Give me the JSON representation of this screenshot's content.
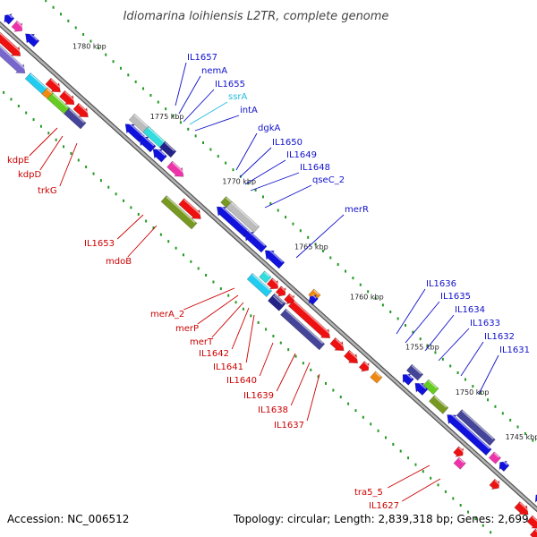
{
  "title": "Idiomarina loihiensis L2TR, complete genome",
  "footer": {
    "accession": "Accession: NC_006512",
    "summary": "Topology: circular; Length: 2,839,318 bp; Genes: 2,699"
  },
  "colors": {
    "red": "#ee1111",
    "blue": "#1111dd",
    "navy": "#222288",
    "slate": "#444499",
    "cyan": "#22ccee",
    "lightcyan": "#33dddd",
    "olive": "#779922",
    "lime": "#66cc22",
    "gray": "#bbbbbb",
    "darkgray": "#777777",
    "magenta": "#ee33aa",
    "orange": "#ee8811",
    "purple": "#7766cc",
    "label_red": "#cc0000",
    "label_blue": "#1111cc",
    "label_cyan": "#22bbdd",
    "backbone": "#8a8a8a",
    "dots": "#229922"
  },
  "scale_marks": [
    "1780 kbp",
    "1775 kbp",
    "1770 kbp",
    "1765 kbp",
    "1760 kbp",
    "1755 kbp",
    "1750 kbp",
    "1745 kbp"
  ],
  "labels_upper": [
    {
      "name": "IL1657",
      "color": "label_blue"
    },
    {
      "name": "nemA",
      "color": "label_blue"
    },
    {
      "name": "IL1655",
      "color": "label_blue"
    },
    {
      "name": "ssrA",
      "color": "label_cyan"
    },
    {
      "name": "intA",
      "color": "label_blue"
    },
    {
      "name": "dgkA",
      "color": "label_blue"
    },
    {
      "name": "IL1650",
      "color": "label_blue"
    },
    {
      "name": "IL1649",
      "color": "label_blue"
    },
    {
      "name": "IL1648",
      "color": "label_blue"
    },
    {
      "name": "qseC_2",
      "color": "label_blue"
    },
    {
      "name": "merR",
      "color": "label_blue"
    },
    {
      "name": "IL1636",
      "color": "label_blue"
    },
    {
      "name": "IL1635",
      "color": "label_blue"
    },
    {
      "name": "IL1634",
      "color": "label_blue"
    },
    {
      "name": "IL1633",
      "color": "label_blue"
    },
    {
      "name": "IL1632",
      "color": "label_blue"
    },
    {
      "name": "IL1631",
      "color": "label_blue"
    }
  ],
  "labels_lower": [
    {
      "name": "kdpE",
      "color": "label_red"
    },
    {
      "name": "kdpD",
      "color": "label_red"
    },
    {
      "name": "trkG",
      "color": "label_red"
    },
    {
      "name": "IL1653",
      "color": "label_red"
    },
    {
      "name": "mdoB",
      "color": "label_red"
    },
    {
      "name": "merA_2",
      "color": "label_red"
    },
    {
      "name": "merP",
      "color": "label_red"
    },
    {
      "name": "merT",
      "color": "label_red"
    },
    {
      "name": "IL1642",
      "color": "label_red"
    },
    {
      "name": "IL1641",
      "color": "label_red"
    },
    {
      "name": "IL1640",
      "color": "label_red"
    },
    {
      "name": "IL1639",
      "color": "label_red"
    },
    {
      "name": "IL1638",
      "color": "label_red"
    },
    {
      "name": "IL1637",
      "color": "label_red"
    },
    {
      "name": "tra5_5",
      "color": "label_red"
    },
    {
      "name": "IL1627",
      "color": "label_red"
    }
  ],
  "features": [
    {
      "t": 0.013,
      "lane": 1,
      "len": 0.012,
      "color": "blue",
      "dir": "b"
    },
    {
      "t": 0.03,
      "lane": 1,
      "len": 0.014,
      "color": "magenta",
      "dir": "f"
    },
    {
      "t": 0.05,
      "lane": 1,
      "len": 0.02,
      "color": "blue",
      "dir": "b"
    },
    {
      "t": 0.005,
      "lane": -1,
      "len": 0.06,
      "color": "red",
      "dir": "f"
    },
    {
      "t": 0.015,
      "lane": -2,
      "len": 0.07,
      "color": "purple",
      "dir": "f"
    },
    {
      "t": 0.115,
      "lane": -1,
      "len": 0.022,
      "color": "red",
      "dir": "f"
    },
    {
      "t": 0.14,
      "lane": -1,
      "len": 0.022,
      "color": "red",
      "dir": "f"
    },
    {
      "t": 0.165,
      "lane": -1,
      "len": 0.022,
      "color": "red",
      "dir": "f"
    },
    {
      "t": 0.09,
      "lane": -2,
      "len": 0.035,
      "color": "cyan",
      "dir": "n"
    },
    {
      "t": 0.12,
      "lane": -2,
      "len": 0.012,
      "color": "orange",
      "dir": "n"
    },
    {
      "t": 0.13,
      "lane": -2,
      "len": 0.03,
      "color": "lime",
      "dir": "n"
    },
    {
      "t": 0.16,
      "lane": -2,
      "len": 0.03,
      "color": "slate",
      "dir": "n"
    },
    {
      "t": 0.23,
      "lane": 2,
      "len": 0.035,
      "color": "gray",
      "dir": "n"
    },
    {
      "t": 0.255,
      "lane": 2,
      "len": 0.035,
      "color": "lightcyan",
      "dir": "n"
    },
    {
      "t": 0.285,
      "lane": 2,
      "len": 0.02,
      "color": "navy",
      "dir": "n"
    },
    {
      "t": 0.23,
      "lane": 1,
      "len": 0.03,
      "color": "blue",
      "dir": "b"
    },
    {
      "t": 0.255,
      "lane": 1,
      "len": 0.025,
      "color": "blue",
      "dir": "b"
    },
    {
      "t": 0.28,
      "lane": 1,
      "len": 0.02,
      "color": "blue",
      "dir": "b"
    },
    {
      "t": 0.31,
      "lane": 1,
      "len": 0.025,
      "color": "magenta",
      "dir": "f"
    },
    {
      "t": 0.395,
      "lane": 2,
      "len": 0.018,
      "color": "olive",
      "dir": "n"
    },
    {
      "t": 0.405,
      "lane": 2,
      "len": 0.05,
      "color": "gray",
      "dir": "n"
    },
    {
      "t": 0.395,
      "lane": 1,
      "len": 0.055,
      "color": "blue",
      "dir": "b"
    },
    {
      "t": 0.445,
      "lane": 1,
      "len": 0.035,
      "color": "blue",
      "dir": "b"
    },
    {
      "t": 0.482,
      "lane": 1,
      "len": 0.03,
      "color": "blue",
      "dir": "b"
    },
    {
      "t": 0.355,
      "lane": -1,
      "len": 0.035,
      "color": "red",
      "dir": "f"
    },
    {
      "t": 0.335,
      "lane": -2,
      "len": 0.055,
      "color": "olive",
      "dir": "n"
    },
    {
      "t": 0.565,
      "lane": 1,
      "len": 0.012,
      "color": "orange",
      "dir": "n"
    },
    {
      "t": 0.568,
      "lane": 0.55,
      "len": 0.01,
      "color": "blue",
      "dir": "b"
    },
    {
      "t": 0.5,
      "lane": -1,
      "len": 0.012,
      "color": "lightcyan",
      "dir": "n"
    },
    {
      "t": 0.514,
      "lane": -1,
      "len": 0.015,
      "color": "red",
      "dir": "f"
    },
    {
      "t": 0.545,
      "lane": -1,
      "len": 0.012,
      "color": "red",
      "dir": "f"
    },
    {
      "t": 0.53,
      "lane": -1,
      "len": 0.012,
      "color": "red",
      "dir": "f"
    },
    {
      "t": 0.49,
      "lane": -2,
      "len": 0.035,
      "color": "cyan",
      "dir": "n"
    },
    {
      "t": 0.53,
      "lane": -2,
      "len": 0.02,
      "color": "slate",
      "dir": "n"
    },
    {
      "t": 0.555,
      "lane": -1.2,
      "len": 0.07,
      "color": "red",
      "dir": "f"
    },
    {
      "t": 0.53,
      "lane": -2.2,
      "len": 0.02,
      "color": "navy",
      "dir": "n"
    },
    {
      "t": 0.555,
      "lane": -2.4,
      "len": 0.07,
      "color": "slate",
      "dir": "n"
    },
    {
      "t": 0.63,
      "lane": -1.2,
      "len": 0.02,
      "color": "red",
      "dir": "f"
    },
    {
      "t": 0.655,
      "lane": -1.2,
      "len": 0.02,
      "color": "red",
      "dir": "f"
    },
    {
      "t": 0.68,
      "lane": -1,
      "len": 0.012,
      "color": "red",
      "dir": "f"
    },
    {
      "t": 0.7,
      "lane": -1,
      "len": 0.012,
      "color": "orange",
      "dir": "n"
    },
    {
      "t": 0.73,
      "lane": 2,
      "len": 0.02,
      "color": "slate",
      "dir": "n"
    },
    {
      "t": 0.76,
      "lane": 2,
      "len": 0.018,
      "color": "lime",
      "dir": "n"
    },
    {
      "t": 0.73,
      "lane": 1,
      "len": 0.015,
      "color": "blue",
      "dir": "b"
    },
    {
      "t": 0.75,
      "lane": 1.2,
      "len": 0.018,
      "color": "blue",
      "dir": "b"
    },
    {
      "t": 0.78,
      "lane": 1.2,
      "len": 0.025,
      "color": "olive",
      "dir": "n"
    },
    {
      "t": 0.82,
      "lane": 2,
      "len": 0.06,
      "color": "slate",
      "dir": "n"
    },
    {
      "t": 0.81,
      "lane": 1,
      "len": 0.075,
      "color": "blue",
      "dir": "b"
    },
    {
      "t": 0.89,
      "lane": 1,
      "len": 0.012,
      "color": "magenta",
      "dir": "n"
    },
    {
      "t": 0.905,
      "lane": 1,
      "len": 0.012,
      "color": "blue",
      "dir": "b"
    },
    {
      "t": 0.97,
      "lane": 2,
      "len": 0.015,
      "color": "darkgray",
      "dir": "n"
    },
    {
      "t": 0.97,
      "lane": 1,
      "len": 0.012,
      "color": "blue",
      "dir": "b"
    },
    {
      "t": 0.85,
      "lane": -1,
      "len": 0.012,
      "color": "red",
      "dir": "f"
    },
    {
      "t": 0.86,
      "lane": -1.8,
      "len": 0.012,
      "color": "magenta",
      "dir": "n"
    },
    {
      "t": 0.915,
      "lane": -1,
      "len": 0.012,
      "color": "red",
      "dir": "f"
    },
    {
      "t": 0.96,
      "lane": -1,
      "len": 0.02,
      "color": "red",
      "dir": "f"
    },
    {
      "t": 0.985,
      "lane": -1.2,
      "len": 0.02,
      "color": "red",
      "dir": "f"
    },
    {
      "t": 1.0,
      "lane": -2,
      "len": 0.015,
      "color": "red",
      "dir": "f"
    }
  ]
}
